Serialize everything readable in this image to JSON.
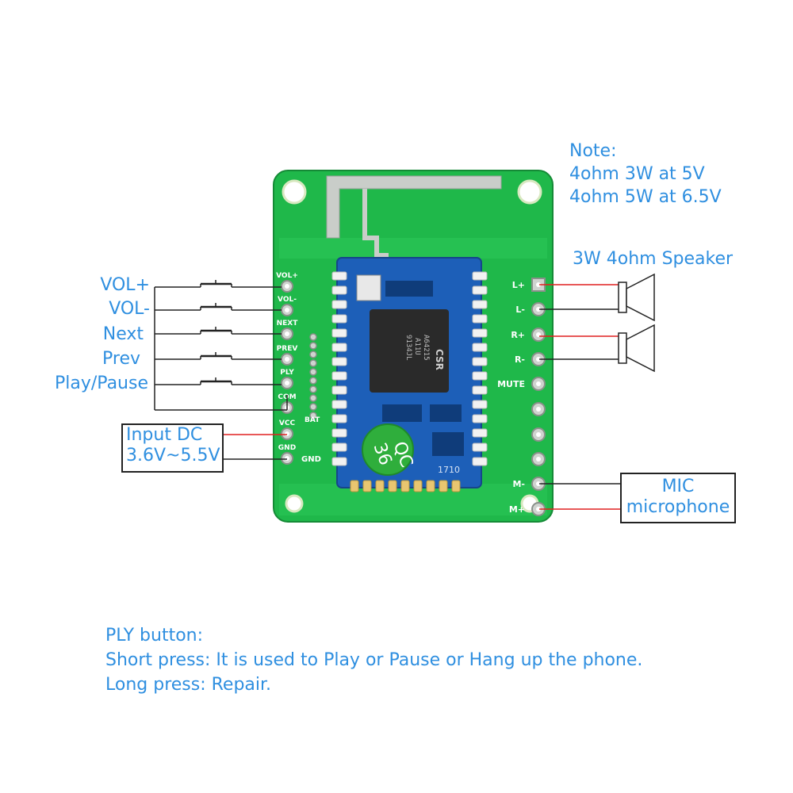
{
  "note": {
    "title": "Note:",
    "line1": "4ohm 3W at 5V",
    "line2": "4ohm 5W at 6.5V"
  },
  "speaker_label": "3W 4ohm Speaker",
  "buttons": [
    "VOL+",
    "VOL-",
    "Next",
    "Prev",
    "Play/Pause"
  ],
  "input_dc": {
    "line1": "Input DC",
    "line2": "3.6V~5.5V"
  },
  "mic": {
    "line1": "MIC",
    "line2": "microphone"
  },
  "left_pins": [
    "VOL+",
    "VOL-",
    "NEXT",
    "PREV",
    "PLY",
    "COM",
    "VCC",
    "GND"
  ],
  "right_pins": [
    "L+",
    "L-",
    "R+",
    "R-",
    "MUTE",
    "M-",
    "M+"
  ],
  "inner_labels": {
    "bat": "BAT",
    "gnd": "GND"
  },
  "chip": {
    "brand": "CSR",
    "line1": "A64215",
    "line2": "A11U",
    "line3": "9134JL"
  },
  "qc_sticker": {
    "line1": "QC",
    "line2": "36"
  },
  "module_code": "1710",
  "ply_info": {
    "title": "PLY button:",
    "short": "Short press: It is used to Play or Pause or Hang up the phone.",
    "long": "Long press: Repair."
  },
  "colors": {
    "pcb": "#1fb84a",
    "module": "#1d5fb8",
    "text": "#2f8fe0",
    "wire_red": "#e02020",
    "wire_black": "#222222"
  }
}
